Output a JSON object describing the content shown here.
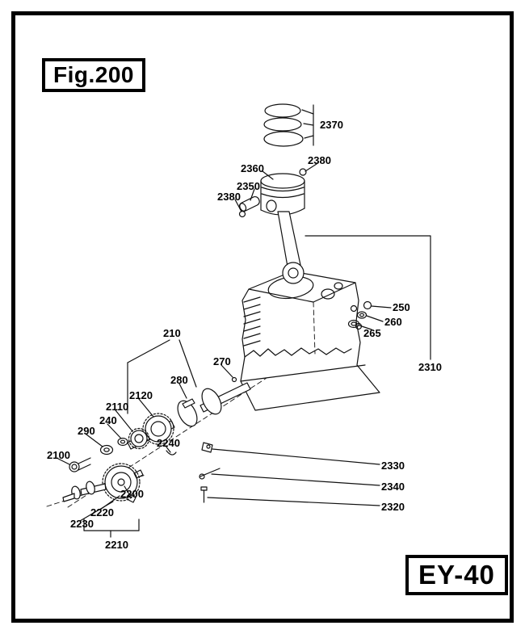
{
  "page": {
    "figure_label": "Fig.200",
    "model_label": "EY-40"
  },
  "part_labels": [
    {
      "id": "2370",
      "text": "2370"
    },
    {
      "id": "2380-top",
      "text": "2380"
    },
    {
      "id": "2360",
      "text": "2360"
    },
    {
      "id": "2350",
      "text": "2350"
    },
    {
      "id": "2380-side",
      "text": "2380"
    },
    {
      "id": "250",
      "text": "250"
    },
    {
      "id": "260",
      "text": "260"
    },
    {
      "id": "265",
      "text": "265"
    },
    {
      "id": "210",
      "text": "210"
    },
    {
      "id": "270",
      "text": "270"
    },
    {
      "id": "2310",
      "text": "2310"
    },
    {
      "id": "280",
      "text": "280"
    },
    {
      "id": "2120",
      "text": "2120"
    },
    {
      "id": "2110",
      "text": "2110"
    },
    {
      "id": "240",
      "text": "240"
    },
    {
      "id": "290",
      "text": "290"
    },
    {
      "id": "2240",
      "text": "2240"
    },
    {
      "id": "2100",
      "text": "2100"
    },
    {
      "id": "2330",
      "text": "2330"
    },
    {
      "id": "2200",
      "text": "2200"
    },
    {
      "id": "2340",
      "text": "2340"
    },
    {
      "id": "2320",
      "text": "2320"
    },
    {
      "id": "2220",
      "text": "2220"
    },
    {
      "id": "2230",
      "text": "2230"
    },
    {
      "id": "2210",
      "text": "2210"
    }
  ]
}
